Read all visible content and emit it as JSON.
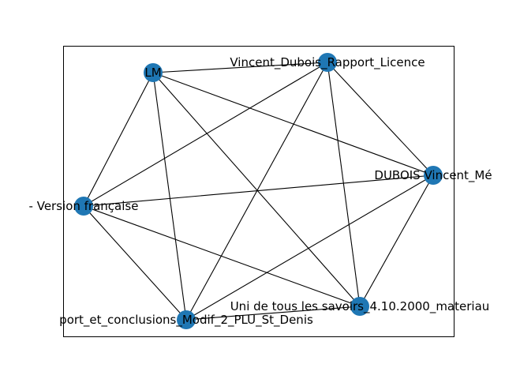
{
  "graph": {
    "node_color": "#1f77b4",
    "edge_color": "#000000",
    "nodes": [
      {
        "id": "lm",
        "label": "LM"
      },
      {
        "id": "vincent",
        "label": "Vincent_Dubois_Rapport_Licence"
      },
      {
        "id": "dubois",
        "label": "DUBOIS Vincent_Mé"
      },
      {
        "id": "version",
        "label": "- Version française"
      },
      {
        "id": "uni",
        "label": "Uni de tous les savoirs_4.10.2000_materiau"
      },
      {
        "id": "rapport",
        "label": "port_et_conclusions_Modif_2_PLU_St_Denis"
      }
    ],
    "edges": [
      [
        "lm",
        "vincent"
      ],
      [
        "lm",
        "dubois"
      ],
      [
        "lm",
        "version"
      ],
      [
        "lm",
        "uni"
      ],
      [
        "lm",
        "rapport"
      ],
      [
        "vincent",
        "dubois"
      ],
      [
        "vincent",
        "version"
      ],
      [
        "vincent",
        "uni"
      ],
      [
        "vincent",
        "rapport"
      ],
      [
        "dubois",
        "version"
      ],
      [
        "dubois",
        "uni"
      ],
      [
        "dubois",
        "rapport"
      ],
      [
        "version",
        "uni"
      ],
      [
        "version",
        "rapport"
      ],
      [
        "uni",
        "rapport"
      ]
    ]
  }
}
